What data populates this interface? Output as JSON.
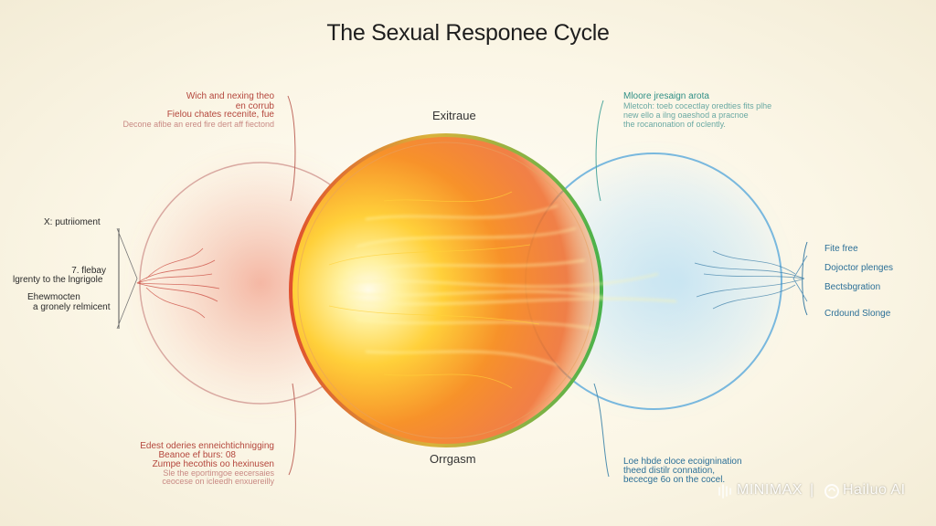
{
  "title": "The Sexual Responee Cycle",
  "phases": {
    "top": "Exitraue",
    "bottom": "Orrgasm"
  },
  "top_left": {
    "lines": [
      "Wich and nexing theo",
      "en corrub",
      "Fielou chates recenite, fue"
    ],
    "caption": "Decone afibe an ered fire dert aff fiectond"
  },
  "left_side": {
    "label_1": "X: putriioment",
    "label_2a": "7. flebay",
    "label_2b": "lgrenty to the lngrigole",
    "label_3a": "Ehewmocten",
    "label_3b": "a gronely relmicent"
  },
  "bottom_left": {
    "lines": [
      "Edest oderies enneichtichnigging",
      "Beanoe ef burs: 08",
      "Zumpe hecothis oo hexinusen"
    ],
    "caption": [
      "Sle the eportimgoe eecersaies",
      "ceocese on icleedh enxuereilly"
    ]
  },
  "top_right": {
    "lines": [
      "Mloore jresaign arota"
    ],
    "caption": [
      "Mletcoh: toeb cocectlay oredties fits plhe",
      "new ello a ilng oaeshod a pracnoe",
      "the rocanonation of oclently."
    ]
  },
  "right_side": {
    "labels": [
      "Fite free",
      "Dojoctor plenges",
      "Bectsbgration",
      "Crdound Slonge"
    ]
  },
  "bottom_right": {
    "lines": [
      "Loe hbde cloce ecoignination",
      "theed distilr connation,",
      "bececge 6o on the cocel."
    ]
  },
  "watermark": {
    "brand_1": "MINIMAX",
    "separator": "|",
    "brand_2": "Hailuo AI"
  },
  "colors": {
    "red": "#c0473a",
    "orange": "#f2902a",
    "yellow": "#ffe14d",
    "green": "#3fae47",
    "blue": "#3ea0dc"
  }
}
